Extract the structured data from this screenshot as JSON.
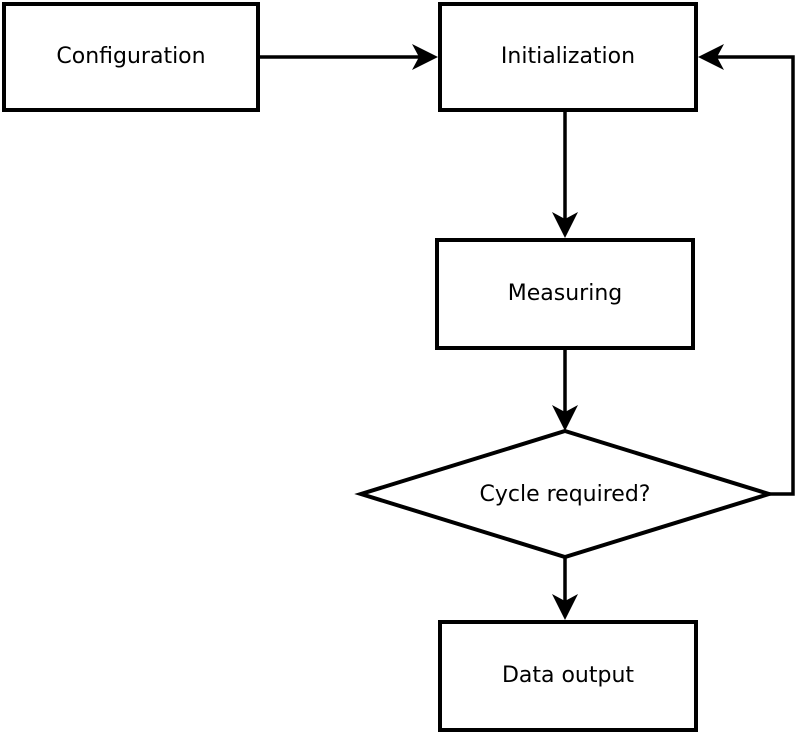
{
  "diagram": {
    "type": "flowchart",
    "nodes": {
      "configuration": {
        "label": "Configuration",
        "shape": "rectangle"
      },
      "initialization": {
        "label": "Initialization",
        "shape": "rectangle"
      },
      "measuring": {
        "label": "Measuring",
        "shape": "rectangle"
      },
      "cycle_required": {
        "label": "Cycle required?",
        "shape": "diamond"
      },
      "data_output": {
        "label": "Data output",
        "shape": "rectangle"
      }
    },
    "edges": [
      {
        "from": "Configuration",
        "to": "Initialization",
        "direction": "right"
      },
      {
        "from": "Initialization",
        "to": "Measuring",
        "direction": "down"
      },
      {
        "from": "Measuring",
        "to": "Cycle required?",
        "direction": "down"
      },
      {
        "from": "Cycle required?",
        "to": "Data output",
        "direction": "down"
      },
      {
        "from": "Cycle required?",
        "to": "Initialization",
        "direction": "loop-right-then-up"
      }
    ],
    "colors": {
      "stroke": "#000000",
      "fill": "#ffffff",
      "text": "#000000"
    }
  }
}
